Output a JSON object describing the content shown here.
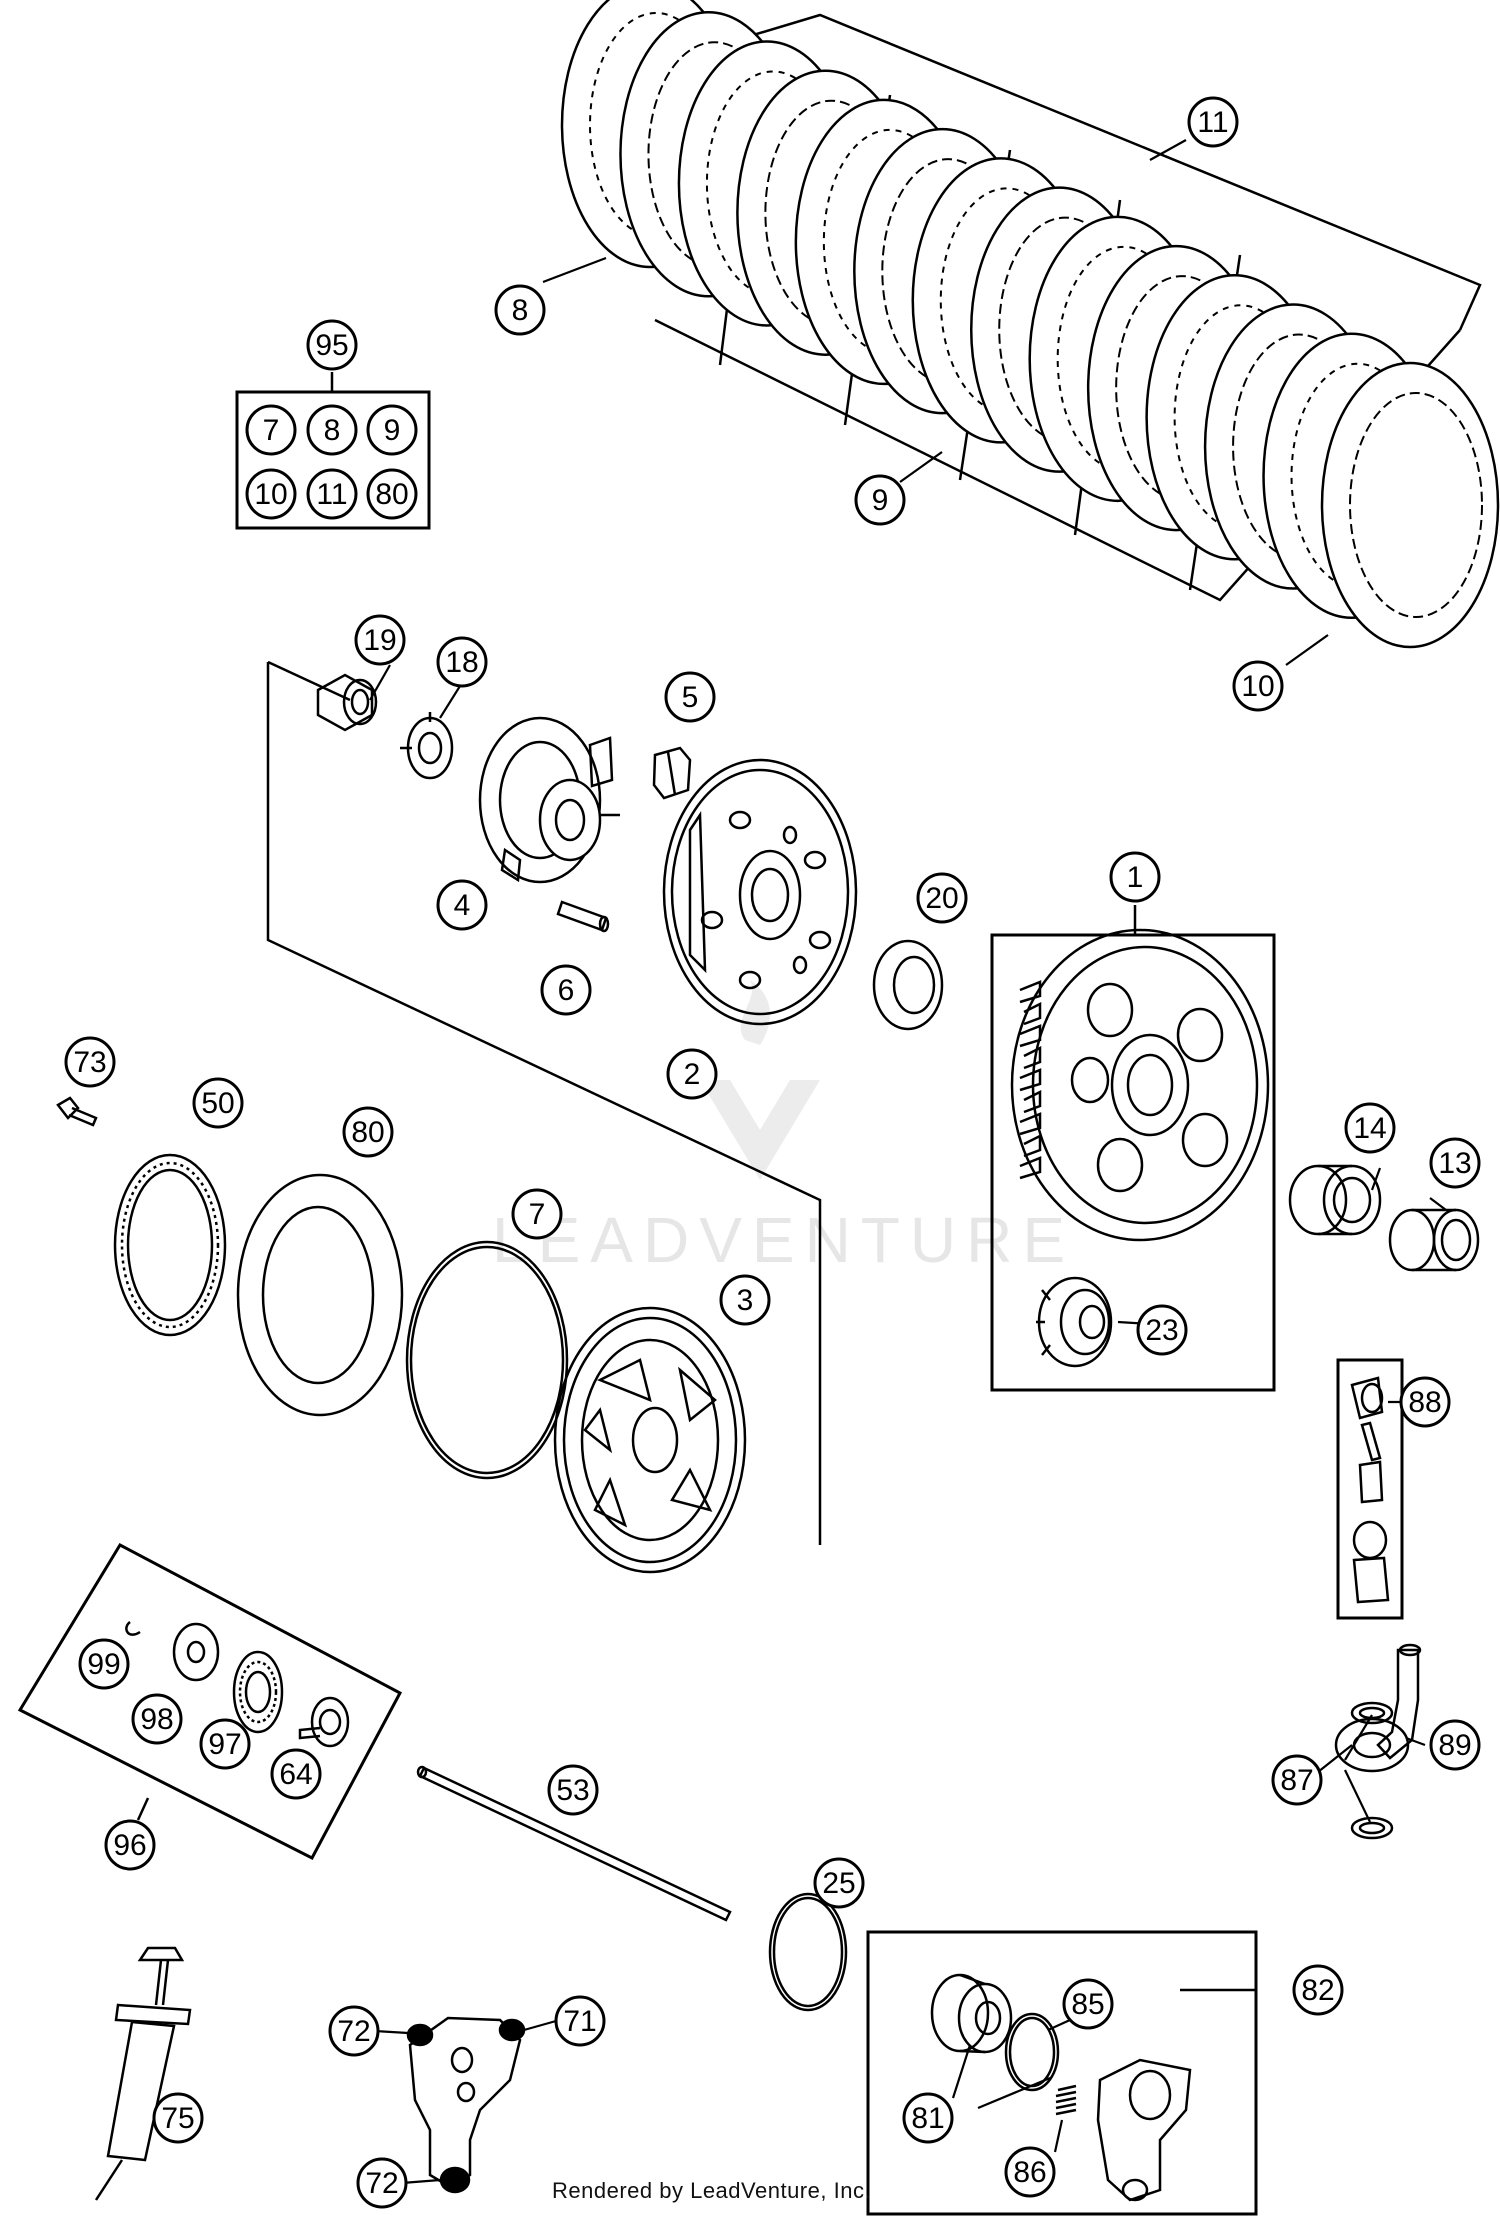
{
  "watermark": "LEADVENTURE",
  "credit": "Rendered by LeadVenture, Inc.",
  "callouts": [
    {
      "id": "c11",
      "text": "11"
    },
    {
      "id": "c8",
      "text": "8"
    },
    {
      "id": "c9",
      "text": "9"
    },
    {
      "id": "c10",
      "text": "10"
    },
    {
      "id": "c95",
      "text": "95"
    },
    {
      "id": "k7",
      "text": "7"
    },
    {
      "id": "k8",
      "text": "8"
    },
    {
      "id": "k9",
      "text": "9"
    },
    {
      "id": "k10",
      "text": "10"
    },
    {
      "id": "k11",
      "text": "11"
    },
    {
      "id": "k80",
      "text": "80"
    },
    {
      "id": "c19",
      "text": "19"
    },
    {
      "id": "c18",
      "text": "18"
    },
    {
      "id": "c5",
      "text": "5"
    },
    {
      "id": "c4",
      "text": "4"
    },
    {
      "id": "c6",
      "text": "6"
    },
    {
      "id": "c20",
      "text": "20"
    },
    {
      "id": "c2",
      "text": "2"
    },
    {
      "id": "c1",
      "text": "1"
    },
    {
      "id": "c14",
      "text": "14"
    },
    {
      "id": "c13",
      "text": "13"
    },
    {
      "id": "c23",
      "text": "23"
    },
    {
      "id": "c73",
      "text": "73"
    },
    {
      "id": "c50",
      "text": "50"
    },
    {
      "id": "c80",
      "text": "80"
    },
    {
      "id": "c7",
      "text": "7"
    },
    {
      "id": "c3",
      "text": "3"
    },
    {
      "id": "c88",
      "text": "88"
    },
    {
      "id": "c87",
      "text": "87"
    },
    {
      "id": "c89",
      "text": "89"
    },
    {
      "id": "c99",
      "text": "99"
    },
    {
      "id": "c98",
      "text": "98"
    },
    {
      "id": "c97",
      "text": "97"
    },
    {
      "id": "c64",
      "text": "64"
    },
    {
      "id": "c96",
      "text": "96"
    },
    {
      "id": "c53",
      "text": "53"
    },
    {
      "id": "c25",
      "text": "25"
    },
    {
      "id": "c82",
      "text": "82"
    },
    {
      "id": "c85",
      "text": "85"
    },
    {
      "id": "c81",
      "text": "81"
    },
    {
      "id": "c86",
      "text": "86"
    },
    {
      "id": "c72a",
      "text": "72"
    },
    {
      "id": "c71",
      "text": "71"
    },
    {
      "id": "c72b",
      "text": "72"
    },
    {
      "id": "c75",
      "text": "75"
    }
  ]
}
